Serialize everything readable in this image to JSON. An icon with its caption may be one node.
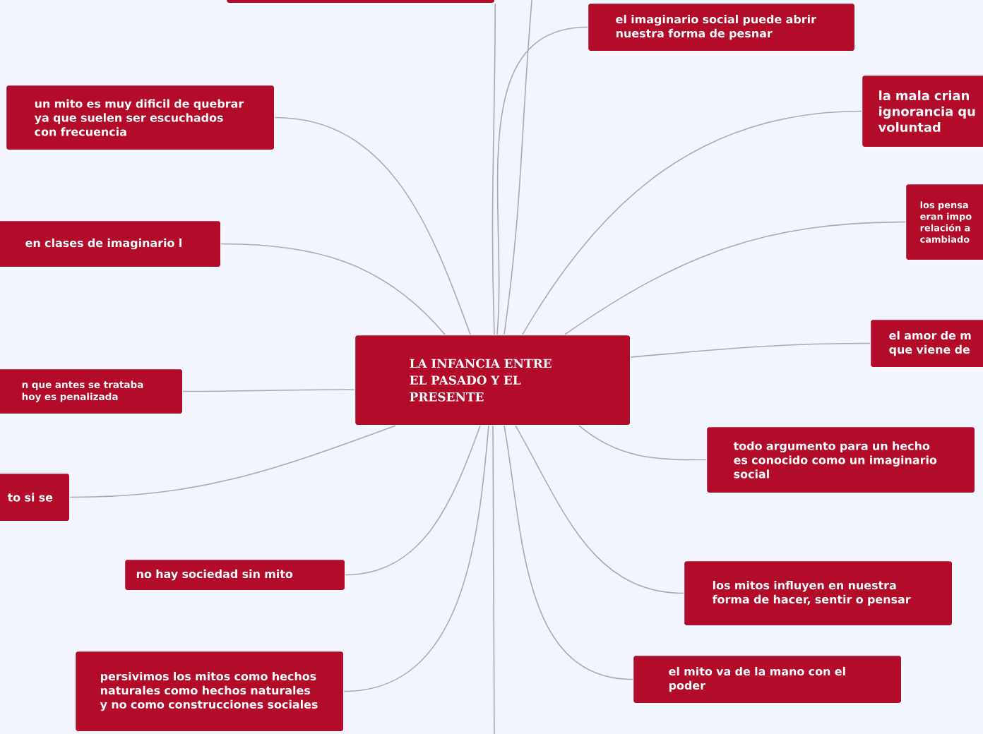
{
  "diagram": {
    "nodes": [
      {
        "text": [
          "LA INFANCIA ENTRE EL PASADO Y EL PRESENTE"
        ]
      },
      {
        "text": [],
        "shape": "box"
      },
      {
        "text": [
          "el imaginario social puede abrir nuestra forma de pesnar"
        ]
      },
      {
        "text": [
          "un mito es muy dificil de quebrar ya que suelen ser escuchados con frecuencia"
        ]
      },
      {
        "text": [
          "la mala crian ignorancia qu voluntad"
        ]
      },
      {
        "text": [
          "en clases de imaginario l"
        ]
      },
      {
        "text": [
          "los pensa eran impo relación a cambiado"
        ]
      },
      {
        "text": [
          "el amor de m que viene de"
        ]
      },
      {
        "text": [
          "n que antes se trataba hoy es penalizada"
        ]
      },
      {
        "text": [
          "to si se"
        ]
      },
      {
        "text": [
          "todo argumento para un hecho es conocido como un imaginario social"
        ]
      },
      {
        "text": [
          "no hay sociedad sin mito"
        ]
      },
      {
        "text": [
          "los mitos influyen en nuestra forma de hacer, sentir o pensar"
        ]
      },
      {
        "text": [
          "el mito va de la mano con el poder"
        ]
      },
      {
        "text": [
          "persivimos los mitos como hechos naturales como hechos naturales y no como construcciones sociales"
        ]
      }
    ],
    "edges": [
      {
        "from": 0,
        "to": 2,
        "arrow": "none"
      },
      {
        "from": 0,
        "to": 3,
        "arrow": "none"
      },
      {
        "from": 0,
        "to": 4,
        "arrow": "none"
      },
      {
        "from": 0,
        "to": 5,
        "arrow": "none"
      },
      {
        "from": 0,
        "to": 6,
        "arrow": "none"
      },
      {
        "from": 0,
        "to": 7,
        "arrow": "none"
      },
      {
        "from": 0,
        "to": 8,
        "arrow": "none"
      },
      {
        "from": 0,
        "to": 9,
        "arrow": "none"
      },
      {
        "from": 0,
        "to": 10,
        "arrow": "none"
      },
      {
        "from": 0,
        "to": 11,
        "arrow": "none"
      },
      {
        "from": 0,
        "to": 12,
        "arrow": "none"
      },
      {
        "from": 0,
        "to": 13,
        "arrow": "none"
      },
      {
        "from": 0,
        "to": 14,
        "arrow": "none"
      },
      {
        "from": 0,
        "to": 1,
        "arrow": "none"
      },
      {
        "from": 0,
        "to": null,
        "arrow": "none"
      },
      {
        "from": 0,
        "to": null,
        "arrow": "none"
      }
    ]
  }
}
